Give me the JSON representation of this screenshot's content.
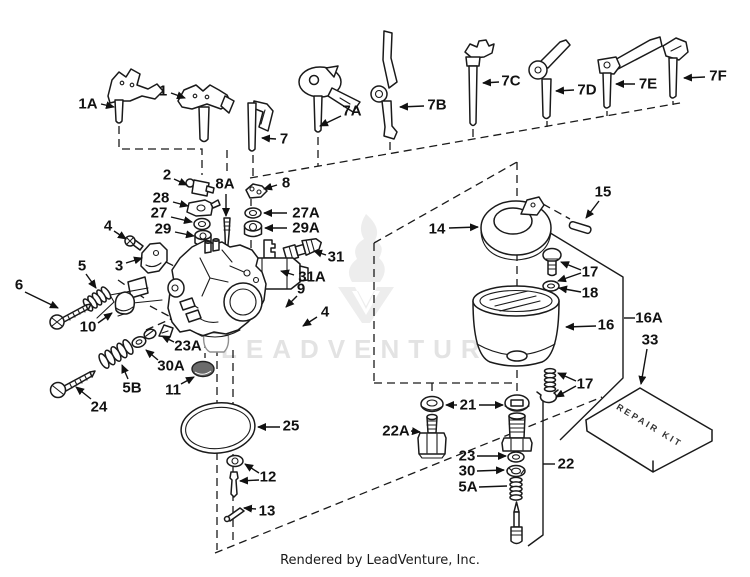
{
  "page": {
    "caption": "Rendered by LeadVenture, Inc.",
    "background": "#ffffff"
  },
  "watermark": {
    "text": "LEADVENTURE",
    "color": "#e3e3e3"
  },
  "diagram": {
    "kit_box_text": "REPAIR KIT",
    "line_color": "#1a1a1a",
    "label_color": "#111111",
    "callouts": [
      [
        "1A",
        88,
        104,
        [
          [
            101,
            104,
            114,
            107,
            1
          ]
        ]
      ],
      [
        "1",
        163,
        91,
        [
          [
            171,
            93,
            185,
            98,
            1
          ]
        ]
      ],
      [
        "7",
        284,
        139,
        [
          [
            276,
            139,
            262,
            138,
            1
          ]
        ]
      ],
      [
        "7A",
        352,
        111,
        [
          [
            341,
            116,
            320,
            126,
            1
          ]
        ]
      ],
      [
        "7B",
        437,
        105,
        [
          [
            424,
            106,
            400,
            107,
            1
          ]
        ]
      ],
      [
        "7C",
        511,
        81,
        [
          [
            499,
            82,
            483,
            83,
            1
          ]
        ]
      ],
      [
        "7D",
        587,
        90,
        [
          [
            574,
            90,
            556,
            91,
            1
          ]
        ]
      ],
      [
        "7E",
        648,
        84,
        [
          [
            635,
            84,
            616,
            84,
            1
          ]
        ]
      ],
      [
        "7F",
        718,
        76,
        [
          [
            705,
            77,
            684,
            78,
            1
          ]
        ]
      ],
      [
        "2",
        167,
        175,
        [
          [
            174,
            179,
            187,
            185,
            1
          ]
        ]
      ],
      [
        "8A",
        225,
        184,
        [
          [
            226,
            194,
            226,
            216,
            1
          ]
        ]
      ],
      [
        "8",
        286,
        183,
        [
          [
            277,
            185,
            264,
            189,
            1
          ]
        ]
      ],
      [
        "28",
        161,
        198,
        [
          [
            173,
            202,
            188,
            206,
            1
          ]
        ]
      ],
      [
        "27",
        159,
        213,
        [
          [
            171,
            217,
            192,
            222,
            1
          ]
        ]
      ],
      [
        "29",
        163,
        229,
        [
          [
            175,
            232,
            194,
            236,
            1
          ]
        ]
      ],
      [
        "27A",
        306,
        213,
        [
          [
            287,
            213,
            264,
            213,
            1
          ]
        ]
      ],
      [
        "29A",
        306,
        228,
        [
          [
            287,
            228,
            265,
            228,
            1
          ]
        ]
      ],
      [
        "4",
        108,
        226,
        [
          [
            114,
            231,
            126,
            239,
            1
          ]
        ]
      ],
      [
        "3",
        119,
        266,
        [
          [
            126,
            263,
            142,
            258,
            1
          ]
        ]
      ],
      [
        "5",
        82,
        266,
        [
          [
            86,
            274,
            96,
            288,
            1
          ]
        ]
      ],
      [
        "6",
        19,
        285,
        [
          [
            25,
            292,
            58,
            308,
            1
          ]
        ]
      ],
      [
        "10",
        88,
        327,
        [
          [
            98,
            323,
            112,
            313,
            1
          ]
        ]
      ],
      [
        "31",
        336,
        257,
        [
          [
            326,
            255,
            314,
            251,
            1
          ]
        ]
      ],
      [
        "31A",
        312,
        277,
        [
          [
            294,
            275,
            281,
            271,
            1
          ]
        ]
      ],
      [
        "9",
        301,
        289,
        [
          [
            297,
            296,
            286,
            307,
            1
          ]
        ]
      ],
      [
        "4",
        325,
        312,
        [
          [
            317,
            317,
            303,
            326,
            1
          ]
        ]
      ],
      [
        "23A",
        188,
        346,
        [
          [
            174,
            342,
            162,
            336,
            1
          ]
        ]
      ],
      [
        "30A",
        171,
        366,
        [
          [
            158,
            360,
            146,
            350,
            1
          ]
        ]
      ],
      [
        "5B",
        132,
        388,
        [
          [
            128,
            379,
            122,
            365,
            1
          ]
        ]
      ],
      [
        "11",
        173,
        390,
        [
          [
            181,
            384,
            194,
            377,
            1
          ]
        ]
      ],
      [
        "24",
        99,
        407,
        [
          [
            91,
            399,
            76,
            387,
            1
          ]
        ]
      ],
      [
        "25",
        291,
        426,
        [
          [
            280,
            427,
            258,
            427,
            1
          ]
        ]
      ],
      [
        "12",
        268,
        477,
        [
          [
            259,
            473,
            245,
            464,
            1
          ],
          [
            259,
            480,
            240,
            481,
            1
          ]
        ]
      ],
      [
        "13",
        267,
        511,
        [
          [
            256,
            509,
            244,
            508,
            1
          ]
        ]
      ],
      [
        "14",
        437,
        229,
        [
          [
            449,
            228,
            478,
            227,
            1
          ]
        ]
      ],
      [
        "15",
        603,
        192,
        [
          [
            599,
            201,
            586,
            218,
            1
          ]
        ]
      ],
      [
        "17",
        590,
        272,
        [
          [
            581,
            270,
            561,
            262,
            1
          ],
          [
            581,
            273,
            558,
            281,
            1
          ]
        ]
      ],
      [
        "18",
        590,
        293,
        [
          [
            581,
            292,
            559,
            288,
            1
          ]
        ]
      ],
      [
        "16",
        606,
        325,
        [
          [
            596,
            326,
            566,
            327,
            1
          ]
        ]
      ],
      [
        "16A",
        649,
        318,
        [
          [
            635,
            318,
            624,
            318,
            0
          ]
        ]
      ],
      [
        "33",
        650,
        340,
        [
          [
            647,
            349,
            641,
            384,
            1
          ]
        ]
      ],
      [
        "17",
        585,
        384,
        [
          [
            576,
            381,
            558,
            373,
            1
          ],
          [
            576,
            386,
            556,
            397,
            1
          ]
        ]
      ],
      [
        "21",
        468,
        405,
        [
          [
            457,
            405,
            446,
            405,
            1
          ],
          [
            479,
            405,
            503,
            405,
            1
          ]
        ]
      ],
      [
        "22A",
        396,
        431,
        [
          [
            411,
            431,
            420,
            432,
            1
          ]
        ]
      ],
      [
        "23",
        467,
        456,
        [
          [
            477,
            456,
            506,
            456,
            1
          ]
        ]
      ],
      [
        "30",
        467,
        471,
        [
          [
            477,
            471,
            504,
            470,
            1
          ]
        ]
      ],
      [
        "5A",
        468,
        487,
        [
          [
            479,
            487,
            507,
            486,
            0
          ]
        ]
      ],
      [
        "22",
        566,
        464,
        [
          [
            555,
            464,
            543,
            464,
            0
          ]
        ]
      ]
    ]
  }
}
